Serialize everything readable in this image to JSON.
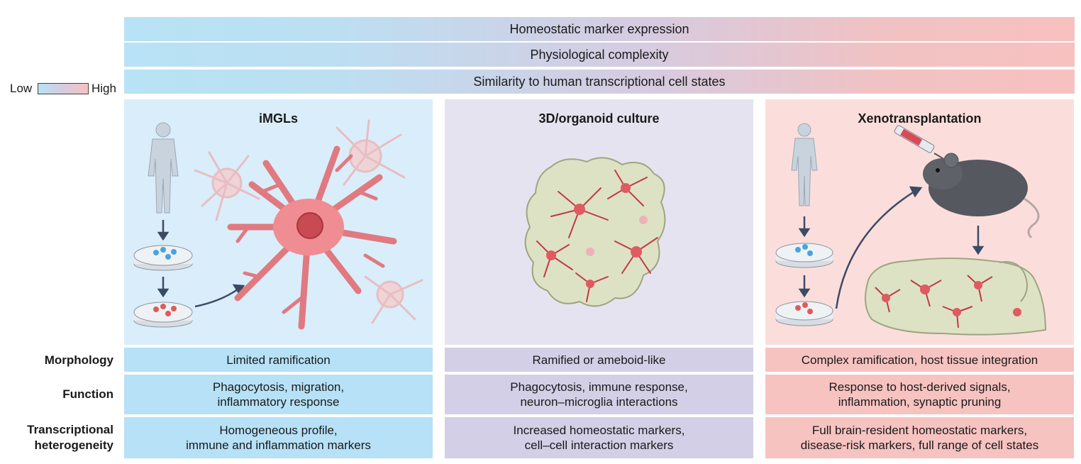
{
  "bars": [
    "Homeostatic marker expression",
    "Physiological complexity",
    "Similarity to human transcriptional cell states"
  ],
  "legend": {
    "low": "Low",
    "high": "High"
  },
  "colors": {
    "low": "#b8e2f5",
    "mid": "#d6cbe0",
    "high": "#f7c1bf"
  },
  "panels": [
    {
      "title": "iMGLs"
    },
    {
      "title": "3D/organoid culture"
    },
    {
      "title": "Xenotransplantation"
    }
  ],
  "rows": [
    {
      "label": "Morphology",
      "cells": [
        [
          "Limited  ramification"
        ],
        [
          "Ramified or ameboid-like"
        ],
        [
          "Complex ramification, host tissue integration"
        ]
      ]
    },
    {
      "label": "Function",
      "cells": [
        [
          "Phagocytosis, migration,",
          "inflammatory response"
        ],
        [
          "Phagocytosis, immune response,",
          "neuron–microglia interactions"
        ],
        [
          "Response to host-derived signals,",
          "inflammation, synaptic pruning"
        ]
      ]
    },
    {
      "label_lines": [
        "Transcriptional",
        "heterogeneity"
      ],
      "cells": [
        [
          "Homogeneous profile,",
          "immune and inflammation markers"
        ],
        [
          "Increased homeostatic markers,",
          "cell–cell interaction markers"
        ],
        [
          "Full brain-resident homeostatic markers,",
          "disease-risk markers, full range of cell states"
        ]
      ]
    }
  ]
}
